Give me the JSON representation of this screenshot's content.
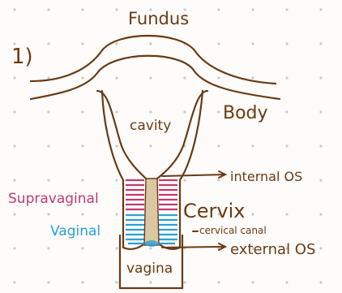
{
  "figure_number": "1)",
  "labels": {
    "fundus": "Fundus",
    "body": "Body",
    "cavity": "cavity",
    "supravaginal": "Supravaginal",
    "vaginal": "Vaginal",
    "cervix": "Cervix",
    "cervical_canal": "cervical canal",
    "internal_os": "internal OS",
    "external_os": "external OS",
    "vagina": "vagina"
  },
  "colors": {
    "ink": "#6b3a12",
    "supravaginal": "#c2386e",
    "vaginal": "#2ba0d8",
    "canal_fill": "#dcc7a3",
    "dots": "#c9c9c9"
  }
}
